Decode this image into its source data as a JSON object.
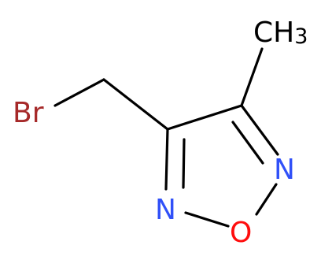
{
  "molecule": {
    "atoms": {
      "bromine": {
        "symbol": "Br",
        "color": "#a62929"
      },
      "nitrogen_left": {
        "symbol": "N",
        "color": "#3050f8"
      },
      "nitrogen_right": {
        "symbol": "N",
        "color": "#3050f8"
      },
      "oxygen": {
        "symbol": "O",
        "color": "#ff0d0d"
      },
      "methyl": {
        "symbol": "CH",
        "subscript": "3",
        "color": "#000000"
      }
    },
    "bond_color": "#000000"
  }
}
